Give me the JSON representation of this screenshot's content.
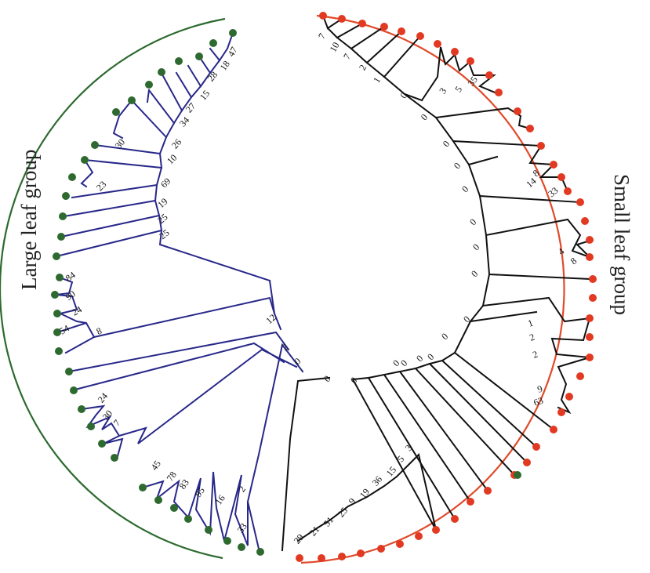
{
  "groups": {
    "large": {
      "label": "Large leaf group",
      "arc_color": "#2d6a2f",
      "tip_color": "#2e6a30",
      "branch_color": "#28288a"
    },
    "small": {
      "label": "Small leaf group",
      "arc_color": "#e04a2a",
      "tip_color": "#e23a22",
      "branch_color": "#111111"
    }
  },
  "bootstrap_values_large": [
    "47",
    "18",
    "28",
    "15",
    "27",
    "34",
    "30",
    "26",
    "10",
    "23",
    "69",
    "19",
    "25",
    "25",
    "84",
    "90",
    "24",
    "54",
    "8",
    "12",
    "2",
    "0",
    "24",
    "30",
    "7",
    "45",
    "78",
    "83",
    "95",
    "16",
    "2",
    "33"
  ],
  "bootstrap_values_small": [
    "7",
    "10",
    "7",
    "2",
    "1",
    "0",
    "3",
    "5",
    "35",
    "0",
    "0",
    "0",
    "8",
    "14",
    "33",
    "0",
    "0",
    "4",
    "8",
    "0",
    "0",
    "0",
    "1",
    "2",
    "2",
    "9",
    "63",
    "0",
    "0",
    "0",
    "0",
    "0",
    "0",
    "3",
    "5",
    "15",
    "36",
    "19",
    "9",
    "25",
    "51",
    "21",
    "29",
    "0"
  ]
}
